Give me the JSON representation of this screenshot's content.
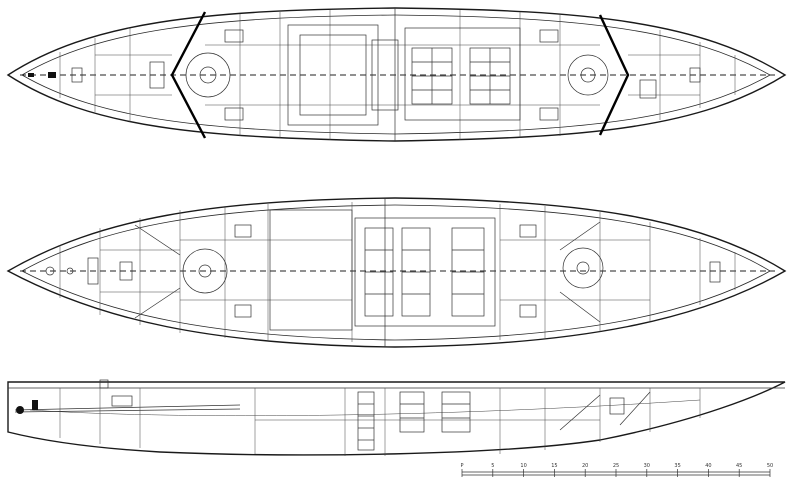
{
  "views": [
    {
      "name": "upper-deck-plan"
    },
    {
      "name": "lower-deck-plan"
    },
    {
      "name": "profile-section"
    }
  ],
  "scale_bar": {
    "ticks": [
      "P",
      "5",
      "10",
      "15",
      "20",
      "25",
      "30",
      "35",
      "40",
      "45",
      "50"
    ]
  },
  "colors": {
    "ink": "#1a1a1a",
    "paper": "#ffffff"
  }
}
